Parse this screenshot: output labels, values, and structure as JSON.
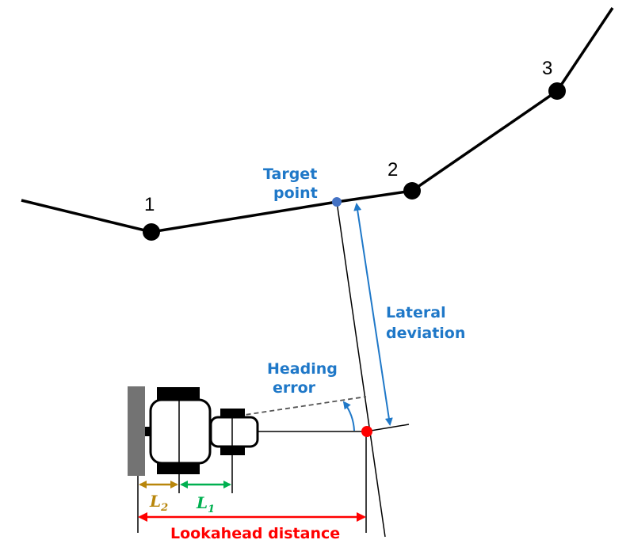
{
  "waypoints": [
    {
      "label": "1"
    },
    {
      "label": "2"
    },
    {
      "label": "3"
    }
  ],
  "labels": {
    "target_line1": "Target",
    "target_line2": "point",
    "lateral_line1": "Lateral",
    "lateral_line2": "deviation",
    "heading_line1": "Heading",
    "heading_line2": "error",
    "lookahead": "Lookahead distance",
    "l2_main": "L",
    "l2_sub": "2",
    "l1_main": "L",
    "l1_sub": "1"
  },
  "colors": {
    "path": "#000000",
    "target_point": "#4472c4",
    "label_blue": "#1f78c8",
    "lookahead_red": "#ff0000",
    "l2_gold": "#b8860b",
    "l1_green": "#00b050",
    "vehicle_gray": "#737373"
  }
}
